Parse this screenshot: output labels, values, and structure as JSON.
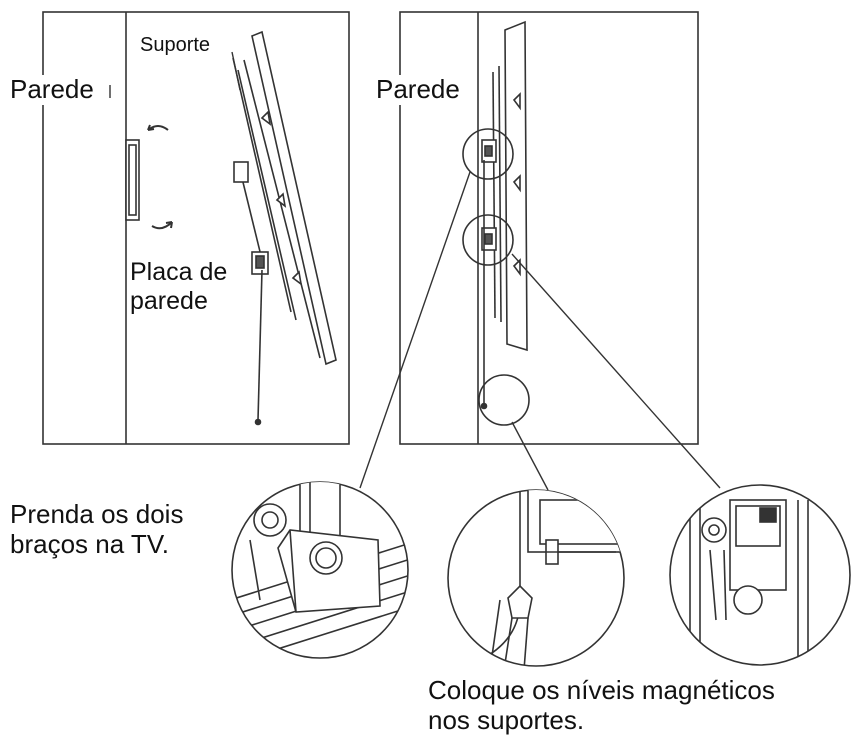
{
  "labels": {
    "left_wall": "Parede",
    "bracket": "Suporte",
    "wall_plate": "Placa de\nparede",
    "right_wall": "Parede",
    "attach_arms": "Prenda os dois\nbraços na TV.",
    "place_levels": "Coloque os níveis magnéticos\nnos suportes."
  },
  "colors": {
    "line": "#333333",
    "fill": "#ffffff",
    "text": "#111111"
  }
}
